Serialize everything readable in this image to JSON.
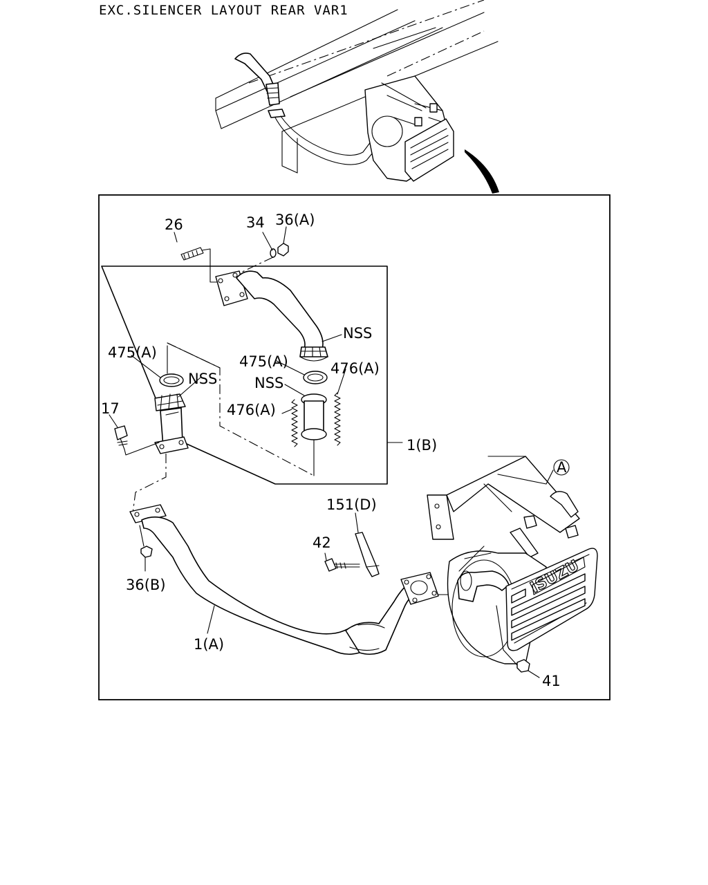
{
  "title": "EXC.SILENCER LAYOUT REAR VAR1",
  "labels": {
    "p26": "26",
    "p34": "34",
    "p36a": "36(A)",
    "nss_top": "NSS",
    "p475a_left": "475(A)",
    "nss_left": "NSS",
    "p475a_mid": "475(A)",
    "p476a_right": "476(A)",
    "nss_mid": "NSS",
    "p476a_left": "476(A)",
    "p17": "17",
    "p1b": "1(B)",
    "circle_a": "A",
    "p151d": "151(D)",
    "p42": "42",
    "p36b": "36(B)",
    "p1a": "1(A)",
    "p41": "41"
  },
  "logo_text": "ISUZU"
}
